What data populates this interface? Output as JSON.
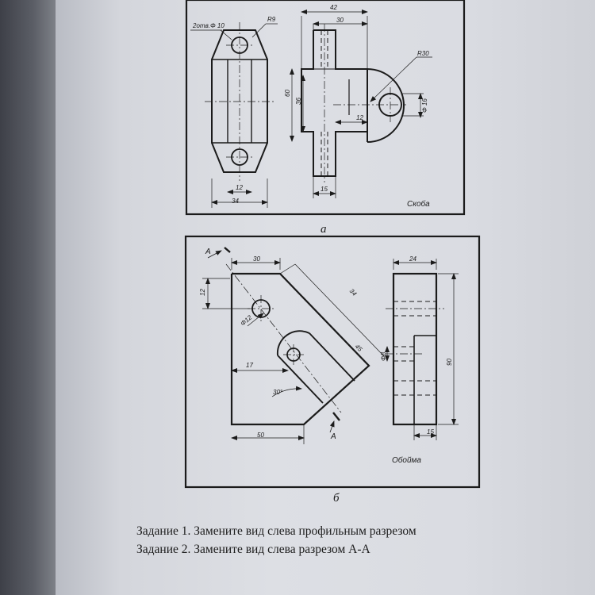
{
  "figure_a": {
    "dims": {
      "holes": "2отв.Φ 10",
      "r9": "R9",
      "d42": "42",
      "d30": "30",
      "r30": "R30",
      "d60": "60",
      "d36": "36",
      "d12_mid": "12",
      "d16": "Φ 16",
      "d12_bottom": "12",
      "d34": "34",
      "d15": "15"
    },
    "title": "Скоба",
    "caption": "а"
  },
  "figure_b": {
    "dims": {
      "section_a_top": "A",
      "d30": "30",
      "d12": "12",
      "d34": "34",
      "d12_hole": "Φ12",
      "d45": "45",
      "d17": "17",
      "angle30": "30°",
      "d50": "50",
      "section_a_bottom": "A",
      "d24": "24",
      "d8": "Φ8",
      "d90": "90",
      "d15": "15"
    },
    "title": "Обойма",
    "caption": "б"
  },
  "tasks": {
    "task1": "Задание 1. Замените вид слева профильным разрезом",
    "task2": "Задание 2. Замените вид слева разрезом А-А"
  }
}
